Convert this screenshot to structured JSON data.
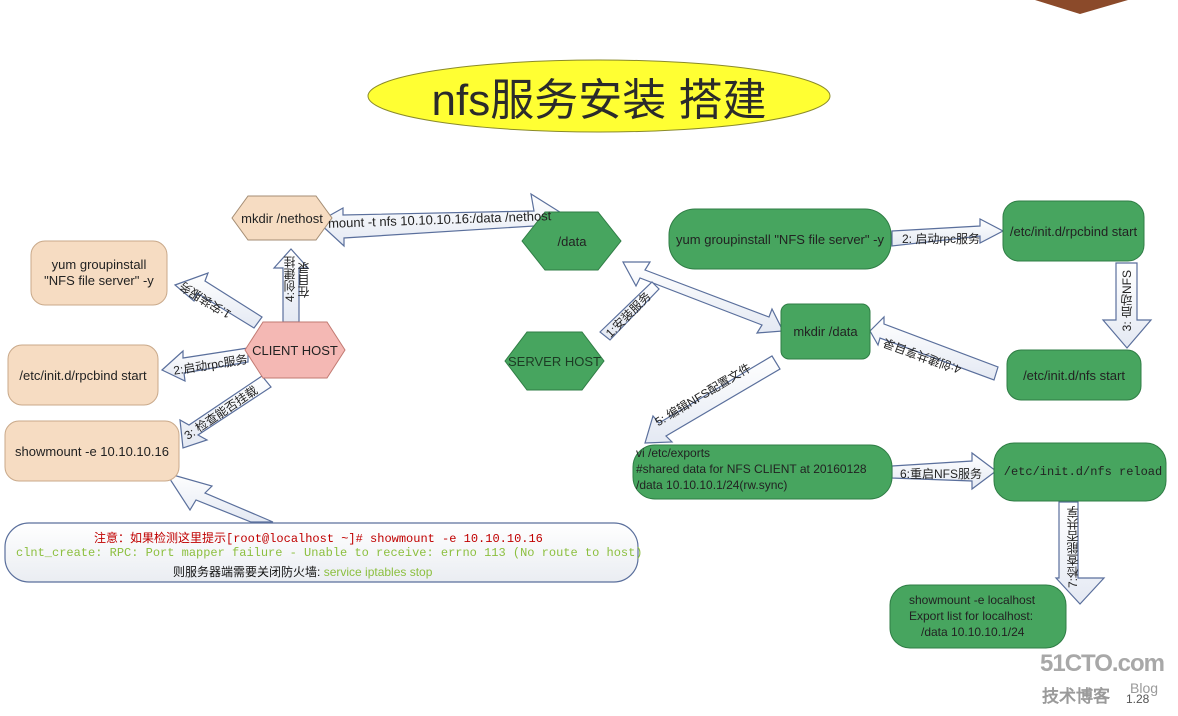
{
  "title": "nfs服务安装  搭建",
  "client": {
    "host": "CLIENT HOST",
    "mkdir": "mkdir /nethost",
    "yum": "yum groupinstall \"NFS file server\" -y",
    "rpcbind": "/etc/init.d/rpcbind start",
    "showmount": "showmount -e 10.10.10.16",
    "mount_cmd": "mount -t nfs 10.10.10.16:/data /nethost",
    "edge_install": "1:安装服务",
    "edge_rpc": "2:启动rpc服务",
    "edge_check": "3: 检查能否挂载",
    "edge_mkdir_a": "4:创建挂",
    "edge_mkdir_b": "在目录"
  },
  "server": {
    "host": "SERVER HOST",
    "data": "/data",
    "yum": "yum groupinstall \"NFS file server\" -y",
    "rpcbind": "/etc/init.d/rpcbind start",
    "mkdir": "mkdir /data",
    "nfs_start": "/etc/init.d/nfs start",
    "exports_1": "vi /etc/exports",
    "exports_2": "#shared data for NFS CLIENT at 20160128",
    "exports_3": "/data  10.10.10.1/24(rw.sync)",
    "reload": "/etc/init.d/nfs reload",
    "showmount_1": "showmount -e localhost",
    "showmount_2": "Export list for localhost:",
    "showmount_3": "/data 10.10.10.1/24",
    "edge_install": "1:安装服务",
    "edge_rpc": "2: 启动rpc服务",
    "edge_nfs": "3: 启动NFS",
    "edge_mkdir": "4:创建共享目录",
    "edge_edit": "5: 编辑NFS配置文件",
    "edge_restart": "6:重启NFS服务",
    "edge_check": "7:检查能否共享"
  },
  "note": {
    "line1_prefix": "注意：如果检测这里提示",
    "line1_cmd": "[root@localhost ~]# showmount -e 10.10.10.16",
    "line2": "clnt_create: RPC: Port mapper failure - Unable to receive: errno 113 (No route to host)",
    "line3_prefix": "则服务器端需要关闭防火墙:",
    "line3_cmd": "service iptables stop"
  },
  "watermark": {
    "site": "51CTO.com",
    "sub": "技术博客",
    "blog": "Blog",
    "frag": "1.28"
  },
  "colors": {
    "green": "#47a55f",
    "green_stroke": "#2f7d45",
    "peach": "#f6dcc2",
    "peach_stroke": "#c9a98a",
    "pink": "#f4b8b4",
    "title_yellow": "#ffff33",
    "note_red": "#c00000",
    "note_green": "#8cbf3f"
  }
}
